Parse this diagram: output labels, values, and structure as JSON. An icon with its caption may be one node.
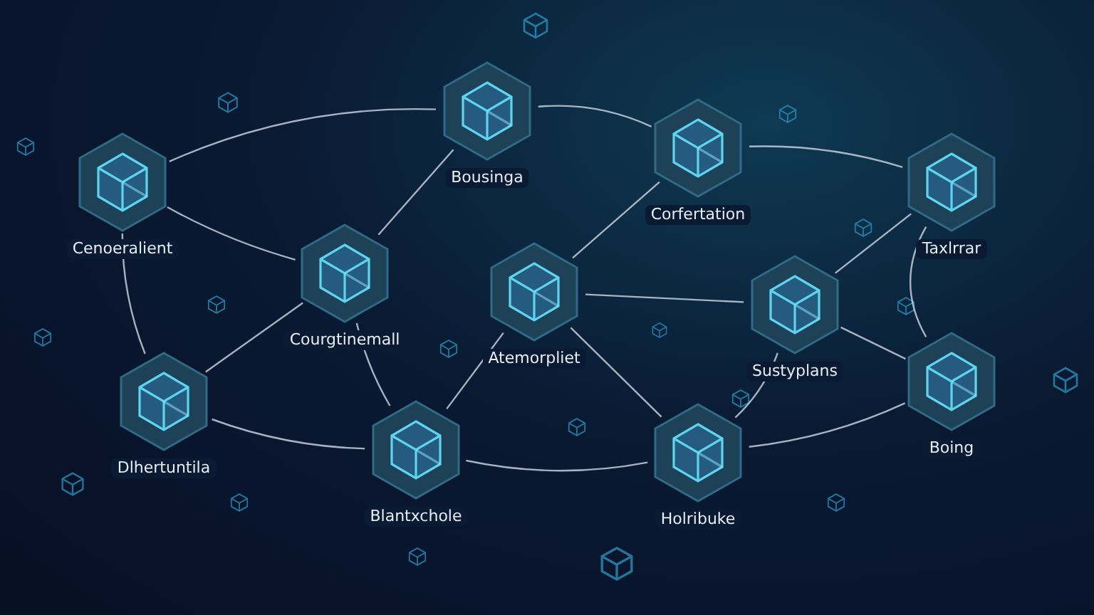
{
  "diagram": {
    "nodes": [
      {
        "text": [
          "Cenoeralient"
        ]
      },
      {
        "text": [
          "Bousinga"
        ]
      },
      {
        "text": [
          "Corfertation"
        ]
      },
      {
        "text": [
          "Taxlrrar"
        ]
      },
      {
        "text": [
          "Courgtinemall"
        ]
      },
      {
        "text": [
          "Atemorpliet"
        ]
      },
      {
        "text": [
          "Sustyplans"
        ]
      },
      {
        "text": [
          "Dlhertuntila"
        ]
      },
      {
        "text": [
          "Blantxchole"
        ]
      },
      {
        "text": [
          "Holribuke"
        ]
      },
      {
        "text": [
          "Boing"
        ]
      }
    ],
    "edges": [
      {
        "from": 0,
        "to": 1,
        "arrow": "none"
      },
      {
        "from": 0,
        "to": 4,
        "arrow": "none"
      },
      {
        "from": 0,
        "to": 7,
        "arrow": "none"
      },
      {
        "from": 1,
        "to": 4,
        "arrow": "none"
      },
      {
        "from": 1,
        "to": 2,
        "arrow": "none"
      },
      {
        "from": 2,
        "to": 3,
        "arrow": "none"
      },
      {
        "from": 2,
        "to": 5,
        "arrow": "none"
      },
      {
        "from": 3,
        "to": 6,
        "arrow": "none"
      },
      {
        "from": 3,
        "to": 10,
        "arrow": "none"
      },
      {
        "from": 5,
        "to": 6,
        "arrow": "none"
      },
      {
        "from": 5,
        "to": 8,
        "arrow": "none"
      },
      {
        "from": 5,
        "to": 9,
        "arrow": "none"
      },
      {
        "from": 4,
        "to": 7,
        "arrow": "none"
      },
      {
        "from": 4,
        "to": 8,
        "arrow": "none"
      },
      {
        "from": 7,
        "to": 8,
        "arrow": "none"
      },
      {
        "from": 8,
        "to": 9,
        "arrow": "none"
      },
      {
        "from": 6,
        "to": 9,
        "arrow": "none"
      },
      {
        "from": 6,
        "to": 10,
        "arrow": "none"
      },
      {
        "from": 9,
        "to": 10,
        "arrow": "none"
      }
    ]
  }
}
